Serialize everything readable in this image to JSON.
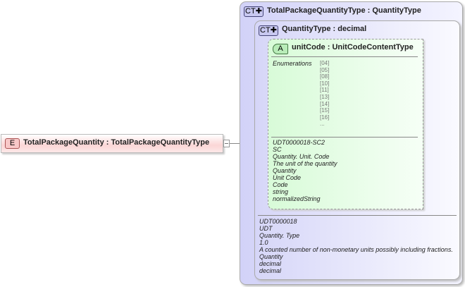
{
  "element": {
    "badge": "E",
    "name": "TotalPackageQuantity",
    "type": "TotalPackageQuantityType"
  },
  "outer_type": {
    "badge": "CT",
    "name": "TotalPackageQuantityType",
    "base": "QuantityType"
  },
  "inner_type": {
    "badge": "CT",
    "name": "QuantityType",
    "base": "decimal",
    "annotations": [
      "UDT0000018",
      "UDT",
      "Quantity. Type",
      "1.0",
      "A counted number of non-monetary units possibly including fractions.",
      "Quantity",
      "decimal",
      "decimal"
    ]
  },
  "attribute": {
    "badge": "A",
    "name": "unitCode",
    "type": "UnitCodeContentType",
    "enumerations_label": "Enumerations",
    "enumerations": [
      "[04]",
      "[05]",
      "[08]",
      "[10]",
      "[11]",
      "[13]",
      "[14]",
      "[15]",
      "[16]",
      "..."
    ],
    "annotations": [
      "UDT0000018-SC2",
      "SC",
      "Quantity. Unit. Code",
      "The unit of the quantity",
      "Quantity",
      "Unit Code",
      "Code",
      "string",
      "normalizedString"
    ]
  },
  "colors": {
    "element_fill": "#fde0e0",
    "type_fill": "#dcdcfa",
    "attribute_fill": "#e2fde2"
  }
}
